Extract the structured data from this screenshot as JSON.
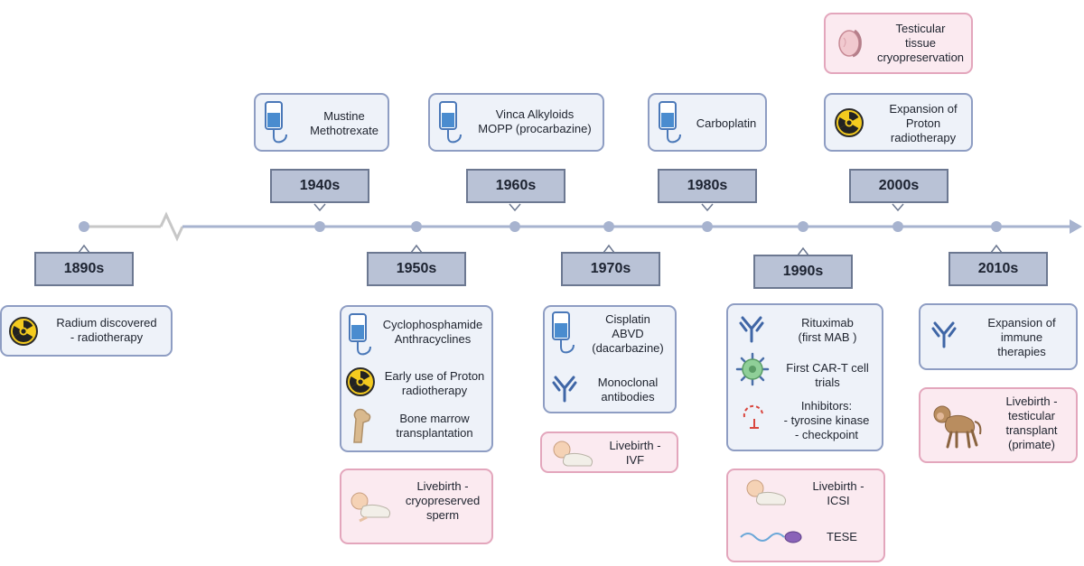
{
  "decades": {
    "d1890": "1890s",
    "d1940": "1940s",
    "d1950": "1950s",
    "d1960": "1960s",
    "d1970": "1970s",
    "d1980": "1980s",
    "d1990": "1990s",
    "d2000": "2000s",
    "d2010": "2010s"
  },
  "cards": {
    "radium": "Radium discovered\n- radiotherapy",
    "mustine": "Mustine\nMethotrexate",
    "vinca": "Vinca Alkyloids\nMOPP (procarbazine)",
    "carboplatin": "Carboplatin",
    "testicular_cryo": "Testicular\ntissue\ncryopreservation",
    "proton_expansion": "Expansion of\nProton\nradiotherapy",
    "cyclophosphamide": "Cyclophosphamide\nAnthracyclines",
    "early_proton": "Early use of Proton\nradiotherapy",
    "bone_marrow": "Bone marrow\ntransplantation",
    "livebirth_sperm": "Livebirth -\ncryopreserved\nsperm",
    "cisplatin": "Cisplatin\nABVD\n(dacarbazine)",
    "monoclonal": "Monoclonal\nantibodies",
    "livebirth_ivf": "Livebirth -\nIVF",
    "rituximab": "Rituximab\n(first MAB )",
    "car_t": "First CAR-T cell\ntrials",
    "inhibitors": "Inhibitors:\n- tyrosine kinase\n-  checkpoint",
    "livebirth_icsi": "Livebirth -\nICSI",
    "tese": "TESE",
    "immune": "Expansion of\nimmune\ntherapies",
    "livebirth_primate": "Livebirth -\ntesticular\ntransplant\n(primate)"
  },
  "colors": {
    "axis": "#a7b3cf",
    "decade_fill": "#b9c2d6",
    "blue_card": "#eef2f9",
    "pink_card": "#fbeaf0"
  }
}
